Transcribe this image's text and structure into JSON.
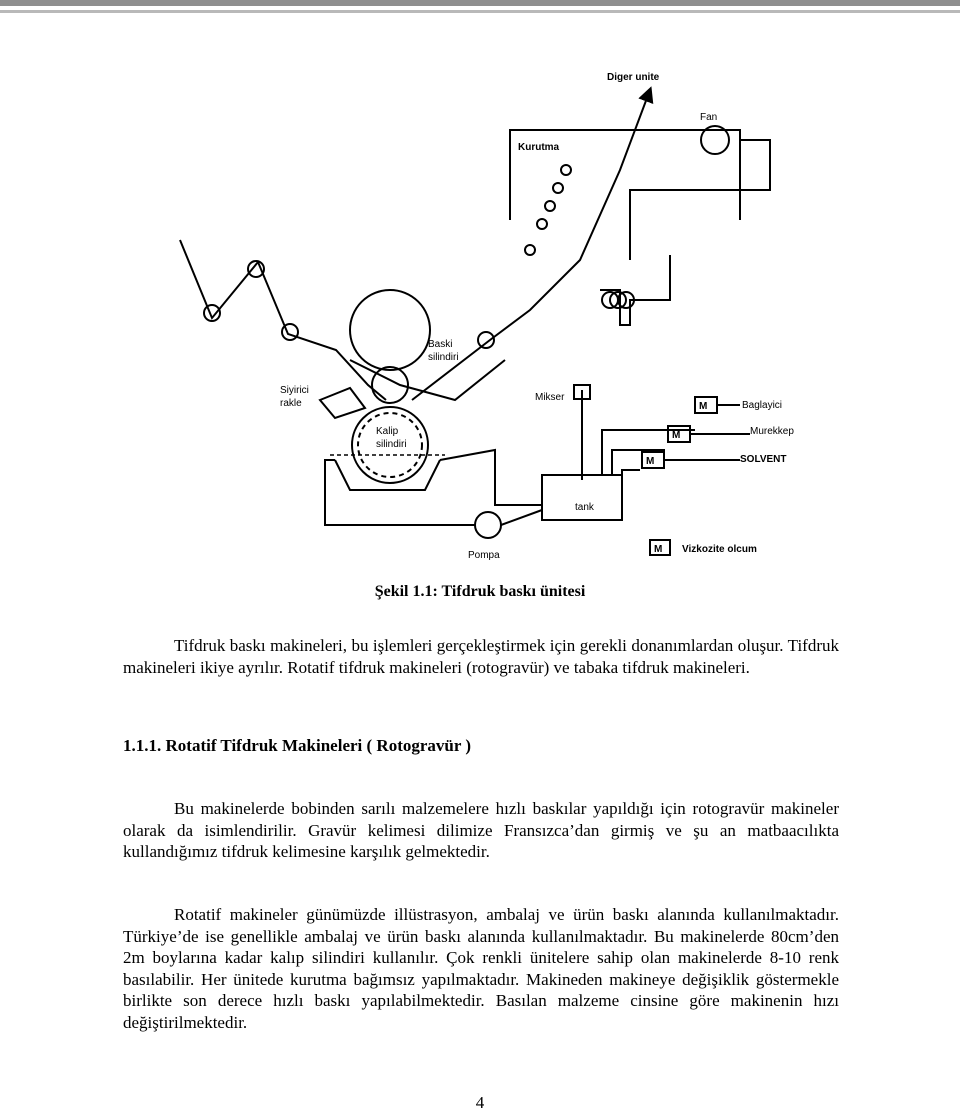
{
  "figure": {
    "labels": {
      "diger_unite": "Diger unite",
      "fan": "Fan",
      "kurutma": "Kurutma",
      "baski_silindiri_1": "Baski",
      "baski_silindiri_2": "silindiri",
      "siyirici_1": "Siyirici",
      "siyirici_2": "rakle",
      "kalip_1": "Kalip",
      "kalip_2": "silindiri",
      "mikser": "Mikser",
      "baglayici": "Baglayici",
      "murekkep": "Murekkep",
      "solvent": "SOLVENT",
      "tank": "tank",
      "pompa": "Pompa",
      "vizkozite": "Vizkozite olcum",
      "m": "M"
    },
    "caption": "Şekil 1.1: Tifdruk baskı ünitesi"
  },
  "intro": "Tifdruk baskı makineleri, bu işlemleri gerçekleştirmek için gerekli donanımlardan oluşur. Tifdruk makineleri ikiye ayrılır. Rotatif tifdruk makineleri (rotogravür) ve tabaka tifdruk makineleri.",
  "section_heading": "1.1.1. Rotatif Tifdruk Makineleri ( Rotogravür )",
  "para1": "Bu makinelerde bobinden sarılı malzemelere hızlı baskılar yapıldığı için rotogravür makineler olarak da isimlendirilir. Gravür kelimesi dilimize Fransızca’dan girmiş ve şu an matbaacılıkta kullandığımız tifdruk kelimesine karşılık gelmektedir.",
  "para2": "Rotatif makineler günümüzde illüstrasyon, ambalaj ve ürün baskı alanında kullanılmaktadır. Türkiye’de ise genellikle ambalaj ve ürün baskı alanında kullanılmaktadır. Bu makinelerde 80cm’den 2m boylarına kadar kalıp silindiri kullanılır. Çok renkli ünitelere sahip olan makinelerde 8-10 renk basılabilir. Her ünitede kurutma bağımsız yapılmaktadır. Makineden makineye değişiklik göstermekle birlikte son derece hızlı baskı yapılabilmektedir. Basılan malzeme cinsine göre makinenin hızı değiştirilmektedir.",
  "page_number": "4"
}
